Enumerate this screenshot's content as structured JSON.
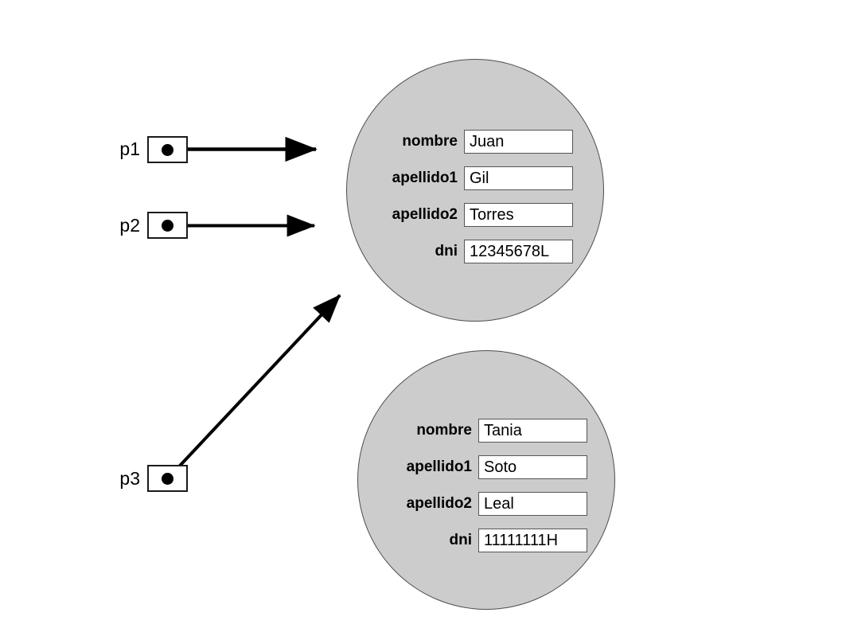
{
  "diagram": {
    "background_color": "#ffffff",
    "object_fill_color": "#cccccc",
    "object_border_color": "#4d4d4d",
    "arrow_color": "#000000",
    "field_labels": [
      "nombre",
      "apellido1",
      "apellido2",
      "dni"
    ]
  },
  "pointers": [
    {
      "name": "p1",
      "label": "p1"
    },
    {
      "name": "p2",
      "label": "p2"
    },
    {
      "name": "p3",
      "label": "p3"
    }
  ],
  "objects": [
    {
      "id": "object-juan-gil-torres",
      "fields": [
        {
          "label": "nombre",
          "value": "Juan"
        },
        {
          "label": "apellido1",
          "value": "Gil"
        },
        {
          "label": "apellido2",
          "value": "Torres"
        },
        {
          "label": "dni",
          "value": "12345678L"
        }
      ]
    },
    {
      "id": "object-tania-soto-leal",
      "fields": [
        {
          "label": "nombre",
          "value": "Tania"
        },
        {
          "label": "apellido1",
          "value": "Soto"
        },
        {
          "label": "apellido2",
          "value": "Leal"
        },
        {
          "label": "dni",
          "value": "11111111H"
        }
      ]
    }
  ]
}
